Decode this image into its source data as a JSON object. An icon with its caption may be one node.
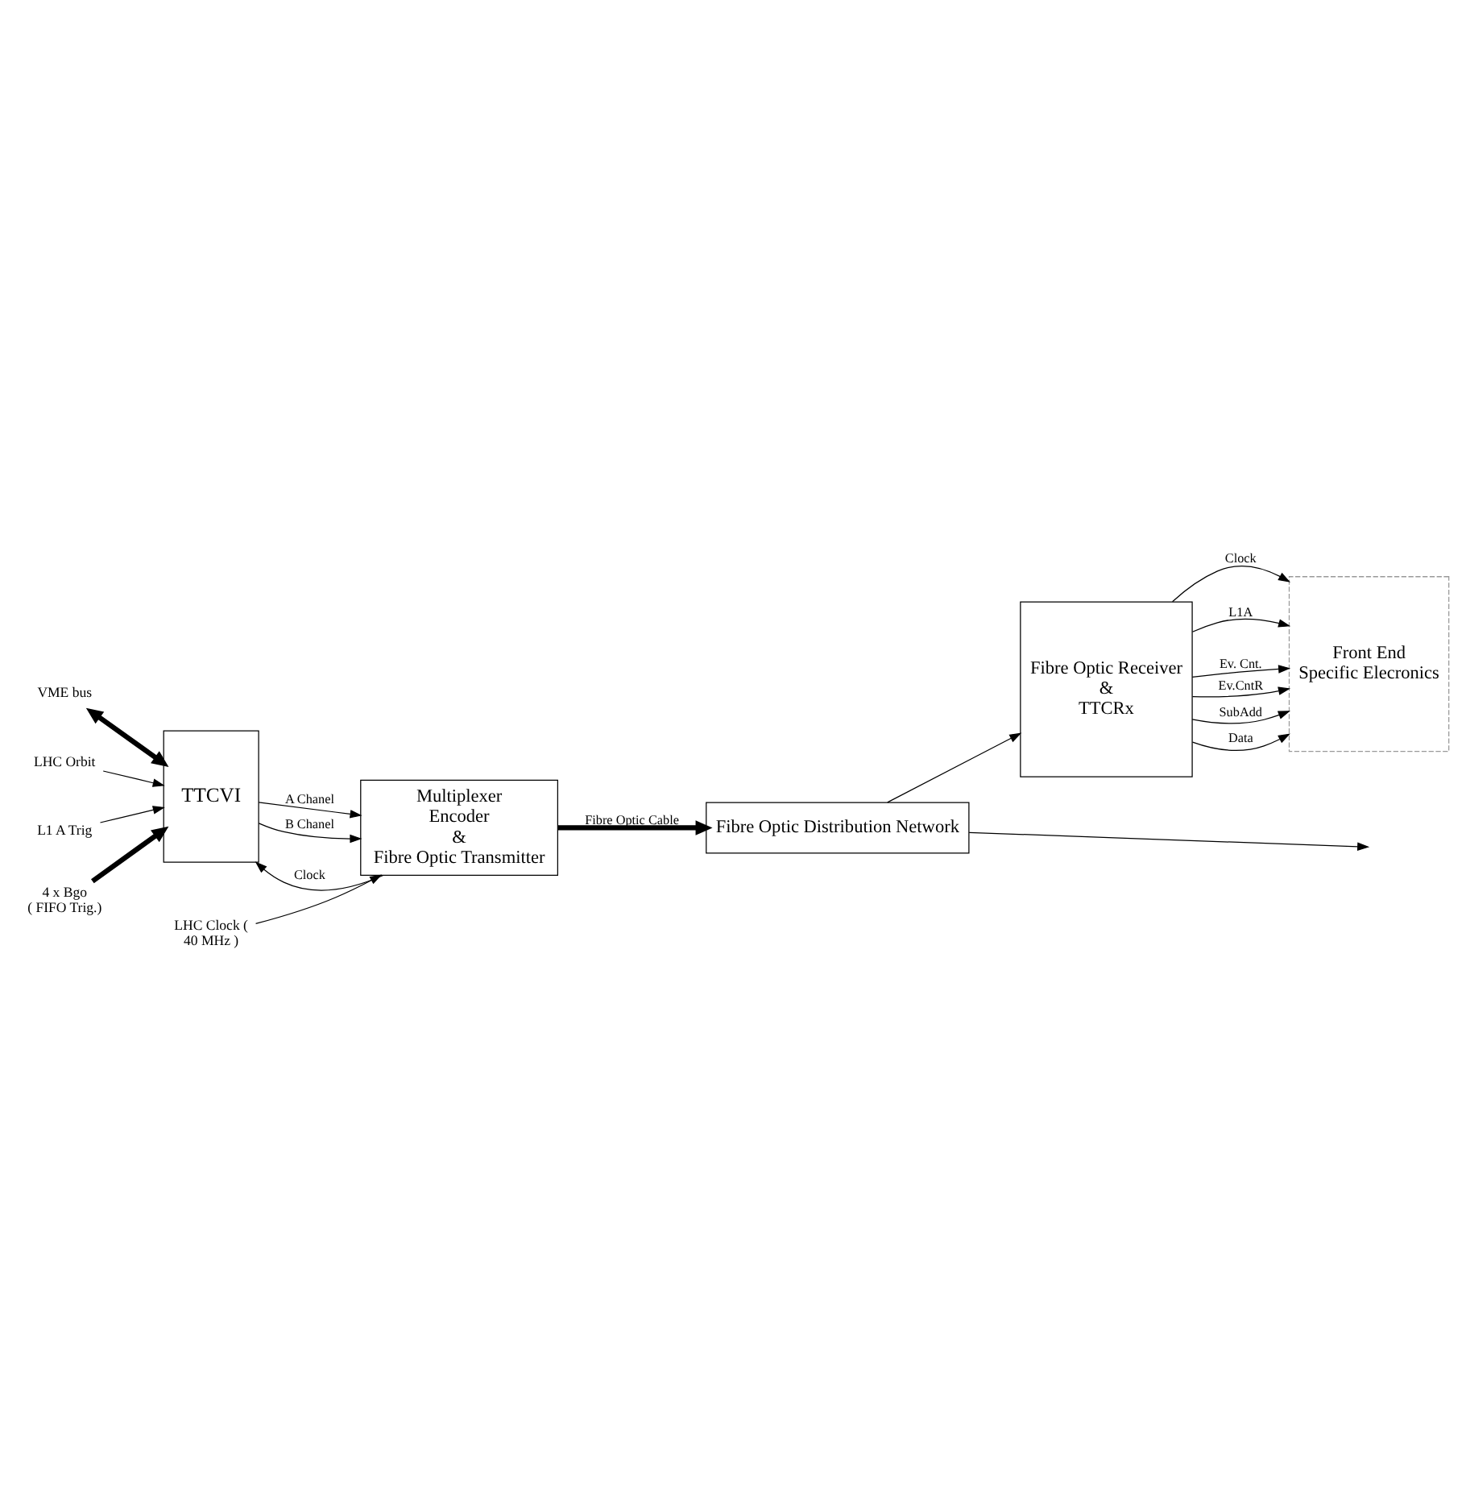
{
  "diagram": {
    "nodes": [
      {
        "text": [
          "VME bus"
        ]
      },
      {
        "text": [
          "LHC Orbit"
        ]
      },
      {
        "text": [
          "L1 A Trig"
        ]
      },
      {
        "text": [
          "4 x Bgo ( FIFO Trig.)"
        ]
      },
      {
        "text": [
          "TTCVI"
        ]
      },
      {
        "text": [
          "LHC Clock ( 40 MHz )"
        ]
      },
      {
        "text": [
          "Multiplexer Encoder & Fibre Optic Transmitter"
        ]
      },
      {
        "text": [
          "Fibre Optic Distribution Network"
        ]
      },
      {
        "text": [
          "Fibre Optic Receiver & TTCRx"
        ]
      },
      {
        "text": [
          "Front End Specific Elecronics"
        ]
      }
    ],
    "edges": [
      {
        "from": 0,
        "to": 4,
        "arrow": "both",
        "style": "thick"
      },
      {
        "from": 1,
        "to": 4,
        "arrow": "to"
      },
      {
        "from": 2,
        "to": 4,
        "arrow": "to"
      },
      {
        "from": 3,
        "to": 4,
        "arrow": "to",
        "style": "thick"
      },
      {
        "from": 5,
        "to": 6,
        "arrow": "to"
      },
      {
        "from": 6,
        "to": 4,
        "arrow": "to",
        "label": "Clock"
      },
      {
        "from": 4,
        "to": 6,
        "arrow": "to",
        "label": "A Chanel"
      },
      {
        "from": 4,
        "to": 6,
        "arrow": "to",
        "label": "B Chanel"
      },
      {
        "from": 6,
        "to": 7,
        "arrow": "to",
        "style": "thick",
        "label": "Fibre Optic Cable"
      },
      {
        "from": 7,
        "to": 8,
        "arrow": "to"
      },
      {
        "from": 7,
        "to": null,
        "arrow": "to"
      },
      {
        "from": 8,
        "to": 9,
        "arrow": "to",
        "label": "Clock"
      },
      {
        "from": 8,
        "to": 9,
        "arrow": "to",
        "label": "L1A"
      },
      {
        "from": 8,
        "to": 9,
        "arrow": "to",
        "label": "Ev. Cnt."
      },
      {
        "from": 8,
        "to": 9,
        "arrow": "to",
        "label": "Ev.CntR"
      },
      {
        "from": 8,
        "to": 9,
        "arrow": "to",
        "label": "SubAdd"
      },
      {
        "from": 8,
        "to": 9,
        "arrow": "to",
        "label": "Data"
      }
    ]
  }
}
